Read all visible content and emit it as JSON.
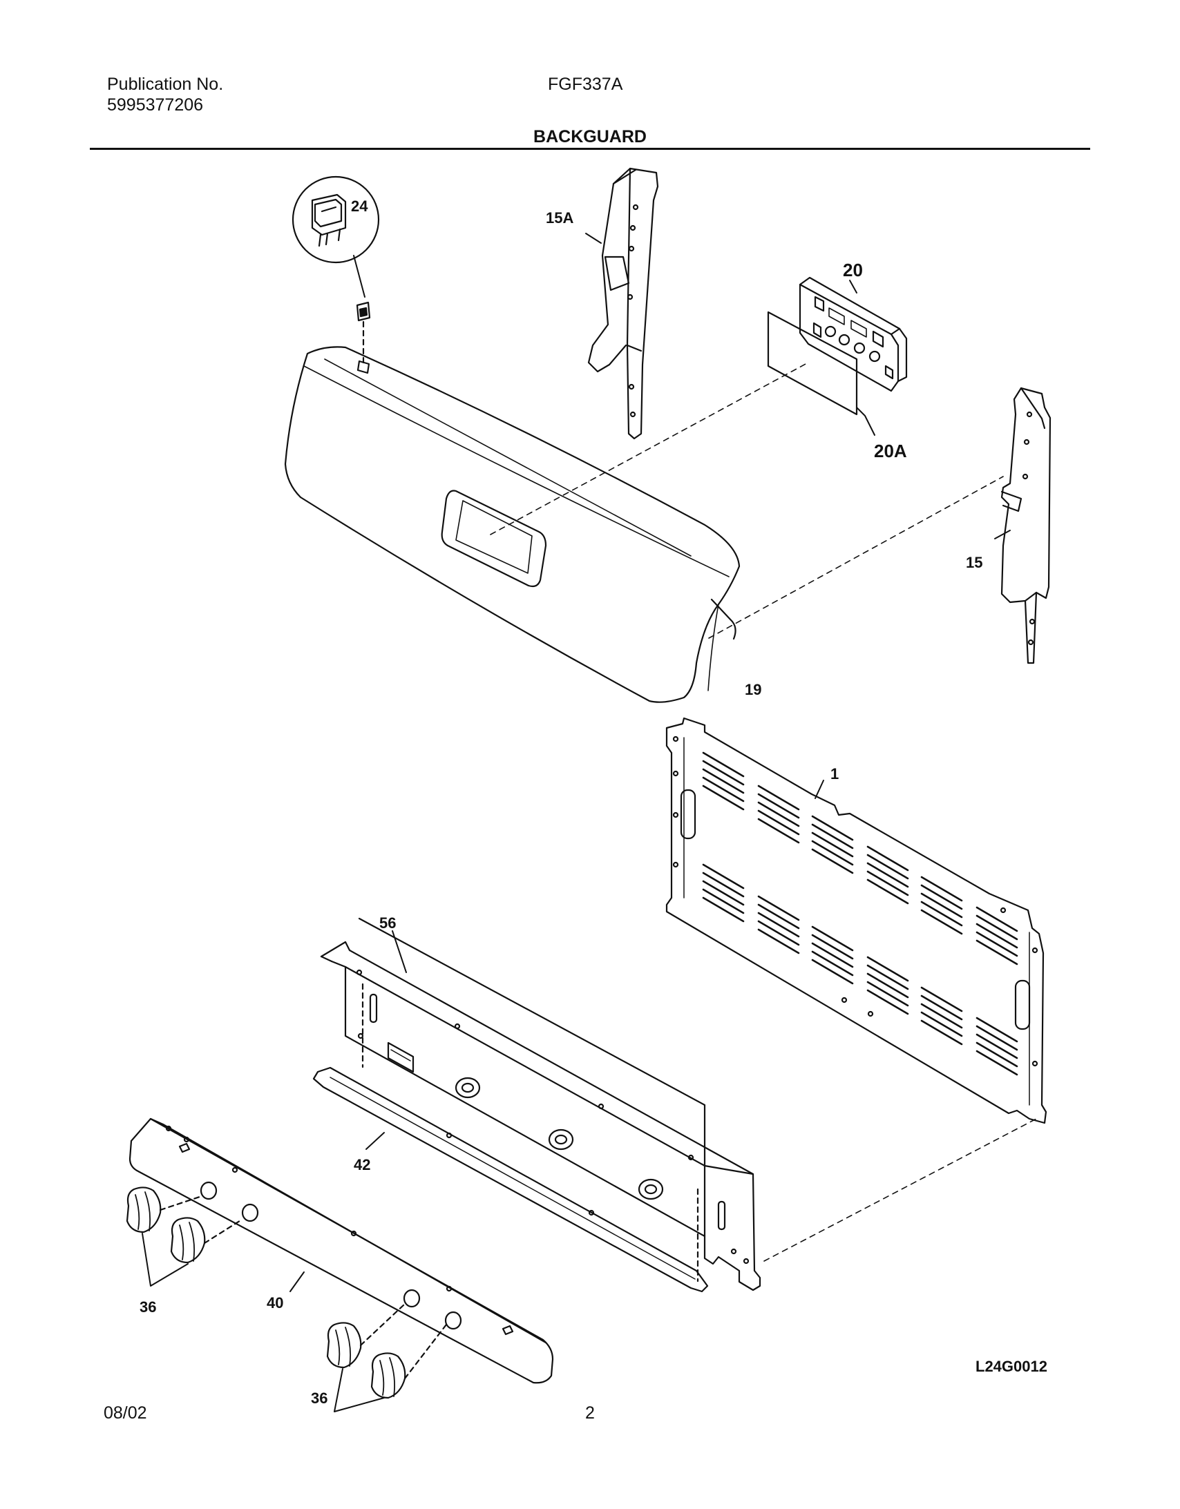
{
  "header": {
    "publication_label": "Publication No.",
    "publication_number": "5995377206",
    "model": "FGF337A",
    "section_title": "BACKGUARD"
  },
  "callouts": {
    "p24": "24",
    "p15a": "15A",
    "p20": "20",
    "p20a": "20A",
    "p15": "15",
    "p19": "19",
    "p1": "1",
    "p56": "56",
    "p42": "42",
    "p40": "40",
    "p36a": "36",
    "p36b": "36"
  },
  "drawing_code": "L24G0012",
  "footer": {
    "date": "08/02",
    "page": "2"
  }
}
